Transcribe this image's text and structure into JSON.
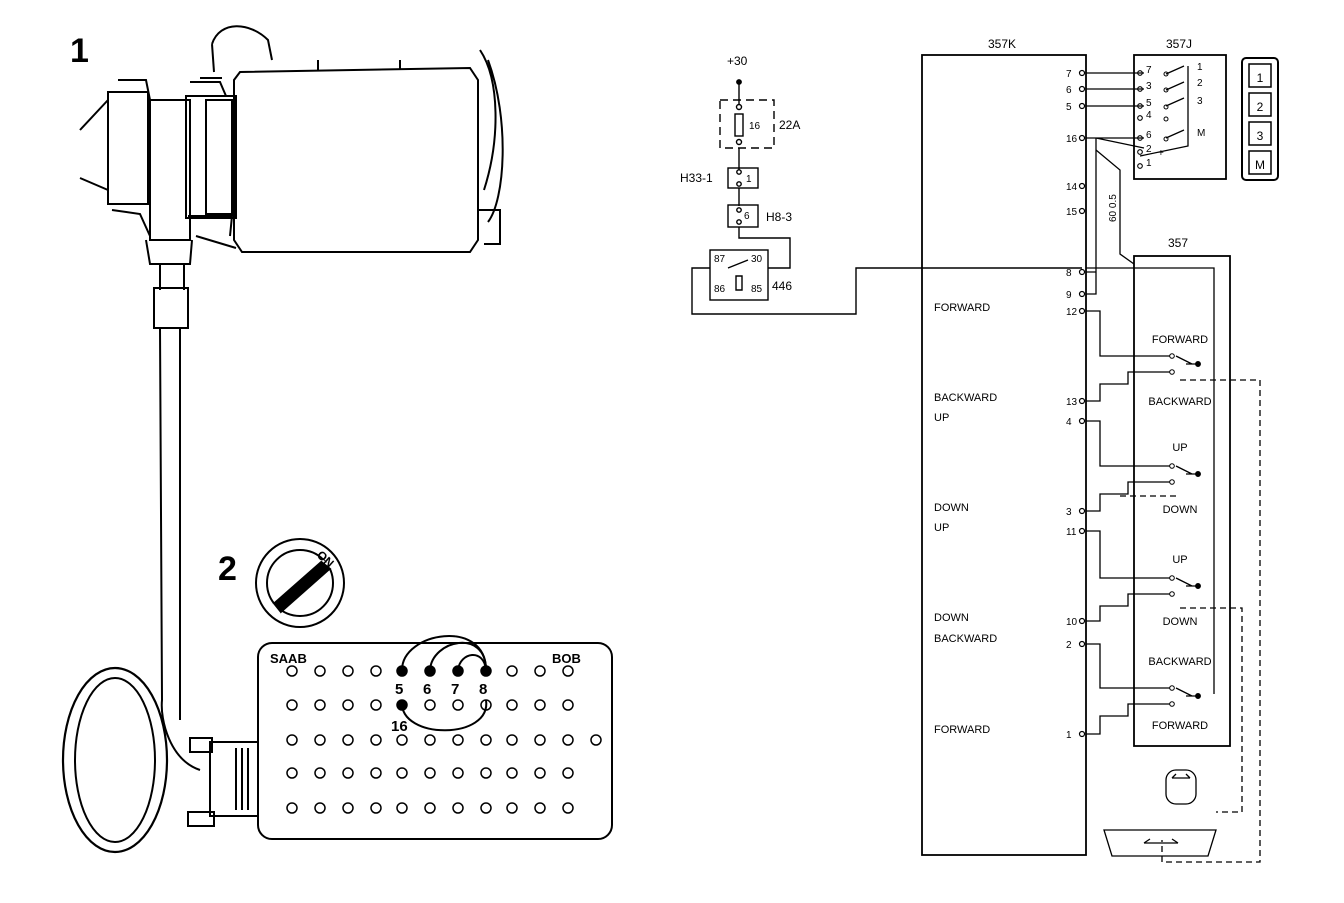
{
  "step_labels": {
    "step1": "1",
    "step2": "2"
  },
  "ignition": {
    "key_label": "ON"
  },
  "bob": {
    "left_label": "SAAB",
    "right_label": "BOB",
    "jumper_pins": [
      "5",
      "6",
      "7",
      "8"
    ],
    "pin16": "16"
  },
  "supply": {
    "terminal": "+30",
    "fuse_number": "16",
    "fuse_ref": "22A",
    "connector1": "H33-1",
    "connector1_pin": "1",
    "connector2": "H8-3",
    "connector2_pin": "6"
  },
  "relay": {
    "ref": "446",
    "pins": [
      "87",
      "30",
      "86",
      "85"
    ]
  },
  "control_unit_357K": {
    "title": "357K",
    "pins": [
      "7",
      "6",
      "5",
      "16",
      "14",
      "15",
      "8",
      "9",
      "12",
      "13",
      "4",
      "3",
      "11",
      "10",
      "2",
      "1"
    ],
    "functions": [
      "FORWARD",
      "BACKWARD",
      "UP",
      "DOWN",
      "UP",
      "DOWN",
      "BACKWARD",
      "FORWARD"
    ]
  },
  "memory_switch_357J": {
    "title": "357J",
    "left_pins": [
      "7",
      "3",
      "5",
      "4",
      "6",
      "2",
      "1"
    ],
    "plus_sign": "+",
    "right_labels": [
      "1",
      "2",
      "3",
      "M"
    ],
    "buttons": [
      "1",
      "2",
      "3",
      "M"
    ]
  },
  "seat_switch_357": {
    "title": "357",
    "labels": [
      "FORWARD",
      "BACKWARD",
      "UP",
      "DOWN",
      "UP",
      "DOWN",
      "BACKWARD",
      "FORWARD"
    ]
  },
  "wire_label": "60 0.5"
}
